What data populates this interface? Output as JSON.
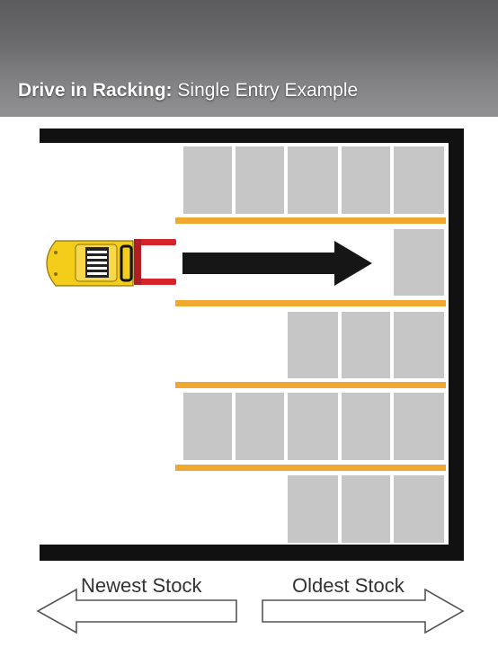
{
  "header": {
    "title_bold": "Drive in Racking:",
    "title_rest": " Single Entry Example"
  },
  "diagram": {
    "colors": {
      "wall": "#111111",
      "pallet": "#c6c6c6",
      "rail": "#f0a830",
      "arrow": "#161616",
      "forklift_body": "#f4cc1a",
      "forks": "#d6232b"
    },
    "rows": [
      {
        "pallet_count": 5
      },
      {
        "pallet_count": 1
      },
      {
        "pallet_count": 3
      },
      {
        "pallet_count": 5
      },
      {
        "pallet_count": 3
      }
    ]
  },
  "legend": {
    "left": {
      "label": "Newest Stock",
      "direction": "left"
    },
    "right": {
      "label": "Oldest Stock",
      "direction": "right"
    }
  }
}
